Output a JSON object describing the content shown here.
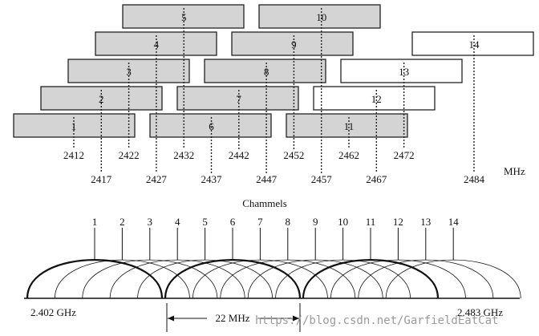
{
  "diagram": {
    "unit_label": "MHz",
    "channels_title": "Chammels",
    "low_freq_label": "2.402 GHz",
    "high_freq_label": "2.483 GHz",
    "bandwidth_label": "22 MHz",
    "watermark": "https://blog.csdn.net/GarfieldEatCat",
    "upper_channels": [
      {
        "num": "1",
        "freq": "2412",
        "style": "filled"
      },
      {
        "num": "2",
        "freq": "2417",
        "style": "filled"
      },
      {
        "num": "3",
        "freq": "2422",
        "style": "filled"
      },
      {
        "num": "4",
        "freq": "2427",
        "style": "filled"
      },
      {
        "num": "5",
        "freq": "2432",
        "style": "filled"
      },
      {
        "num": "6",
        "freq": "2437",
        "style": "filled"
      },
      {
        "num": "7",
        "freq": "2442",
        "style": "filled"
      },
      {
        "num": "8",
        "freq": "2447",
        "style": "filled"
      },
      {
        "num": "9",
        "freq": "2452",
        "style": "filled"
      },
      {
        "num": "10",
        "freq": "2457",
        "style": "filled"
      },
      {
        "num": "11",
        "freq": "2462",
        "style": "filled"
      },
      {
        "num": "12",
        "freq": "2467",
        "style": "outline"
      },
      {
        "num": "13",
        "freq": "2472",
        "style": "outline"
      },
      {
        "num": "14",
        "freq": "2484",
        "style": "outline"
      }
    ],
    "lower_channels": [
      "1",
      "2",
      "3",
      "4",
      "5",
      "6",
      "7",
      "8",
      "9",
      "10",
      "11",
      "12",
      "13",
      "14"
    ],
    "highlighted_channels": [
      "1",
      "6",
      "11"
    ],
    "colors": {
      "filled_box": "#d4d4d4",
      "outline_box": "#ffffff",
      "stroke": "#222222",
      "watermark": "#9a9a9a"
    }
  }
}
